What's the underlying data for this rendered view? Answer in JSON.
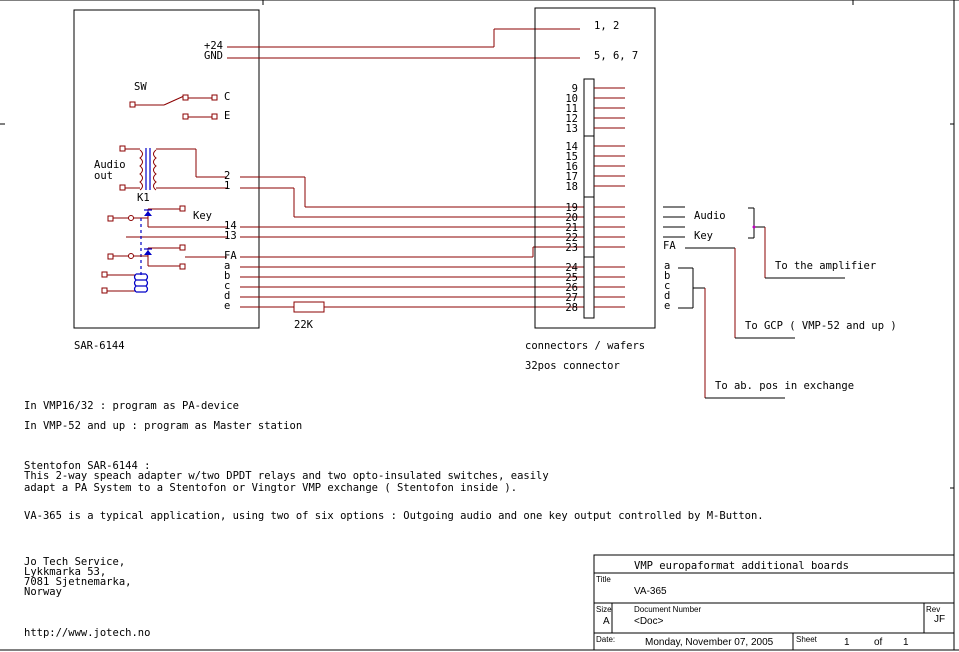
{
  "board": {
    "name": "SAR-6144",
    "power": [
      "+24",
      "GND"
    ],
    "sw_label": "SW",
    "sw_positions": [
      "C",
      "E"
    ],
    "audio_label": [
      "Audio",
      "out"
    ],
    "transformer": "K1",
    "key_label": "Key",
    "pins": [
      "2",
      "1",
      "14",
      "13",
      "FA",
      "a",
      "b",
      "c",
      "d",
      "e"
    ],
    "resistor": "22K"
  },
  "connector": {
    "name": "connectors / wafers",
    "subtitle": "32pos connector",
    "ext_pins": [
      "1, 2",
      "5, 6, 7"
    ],
    "pins": [
      "9",
      "10",
      "11",
      "12",
      "13",
      "14",
      "15",
      "16",
      "17",
      "18",
      "19",
      "20",
      "21",
      "22",
      "23",
      "24",
      "25",
      "26",
      "27",
      "28"
    ]
  },
  "outputs": {
    "audio": "Audio",
    "key": "Key",
    "fa": "FA",
    "abcde": [
      "a",
      "b",
      "c",
      "d",
      "e"
    ],
    "to_amp": "To the amplifier",
    "to_gcp": "To GCP ( VMP-52 and up )",
    "to_ab": "To ab. pos in exchange"
  },
  "notes": {
    "line1": "In VMP16/32  : program as PA-device",
    "line2": "In VMP-52 and up : program as Master station",
    "desc_title": "Stentofon SAR-6144 :",
    "desc1": "This 2-way speach adapter w/two DPDT relays and two opto-insulated switches, easily",
    "desc2": "adapt a  PA System to a Stentofon  or  Vingtor VMP exchange ( Stentofon inside ).",
    "desc3": "VA-365  is a typical application, using two of six options :  Outgoing audio and one key output controlled by M-Button."
  },
  "company": {
    "lines": [
      "Jo Tech Service,",
      "Lykkmarka 53,",
      "7081 Sjetnemarka,",
      "Norway"
    ],
    "url": "http://www.jotech.no"
  },
  "titleblock": {
    "header": "VMP  europaformat  additional  boards",
    "title_label": "Title",
    "title": "VA-365",
    "size_label": "Size",
    "size": "A",
    "docnum_label": "Document Number",
    "docnum": "<Doc>",
    "rev_label": "Rev",
    "rev": "JF",
    "date_label": "Date:",
    "date": "Monday, November 07, 2005",
    "sheet_label": "Sheet",
    "sheet": "1",
    "of_label": "of",
    "of": "1"
  }
}
